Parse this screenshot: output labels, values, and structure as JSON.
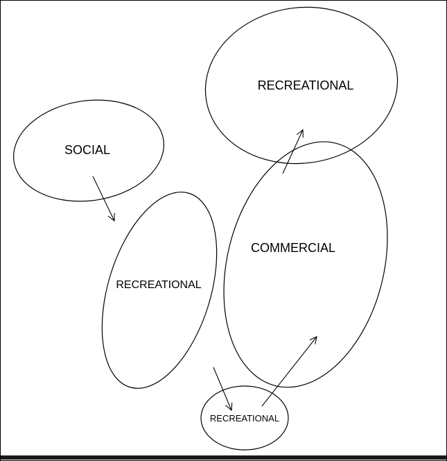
{
  "diagram": {
    "background": "#ffffff",
    "stroke_color": "#000000",
    "nodes": [
      {
        "id": "recreational-top",
        "shape": "ellipse",
        "label": "RECREATIONAL"
      },
      {
        "id": "social",
        "shape": "ellipse",
        "label": "SOCIAL"
      },
      {
        "id": "commercial",
        "shape": "ellipse",
        "label": "COMMERCIAL"
      },
      {
        "id": "recreational-left",
        "shape": "ellipse",
        "label": "RECREATIONAL"
      },
      {
        "id": "recreational-small",
        "shape": "ellipse",
        "label": "RECREATIONAL"
      }
    ],
    "edges": [
      {
        "from": "social",
        "to": "recreational-left",
        "style": "open-arrow"
      },
      {
        "from": "commercial",
        "to": "recreational-top",
        "style": "open-arrow"
      },
      {
        "from": "recreational-left",
        "to": "recreational-small",
        "style": "open-arrow"
      },
      {
        "from": "recreational-small",
        "to": "commercial",
        "style": "open-arrow"
      }
    ]
  }
}
